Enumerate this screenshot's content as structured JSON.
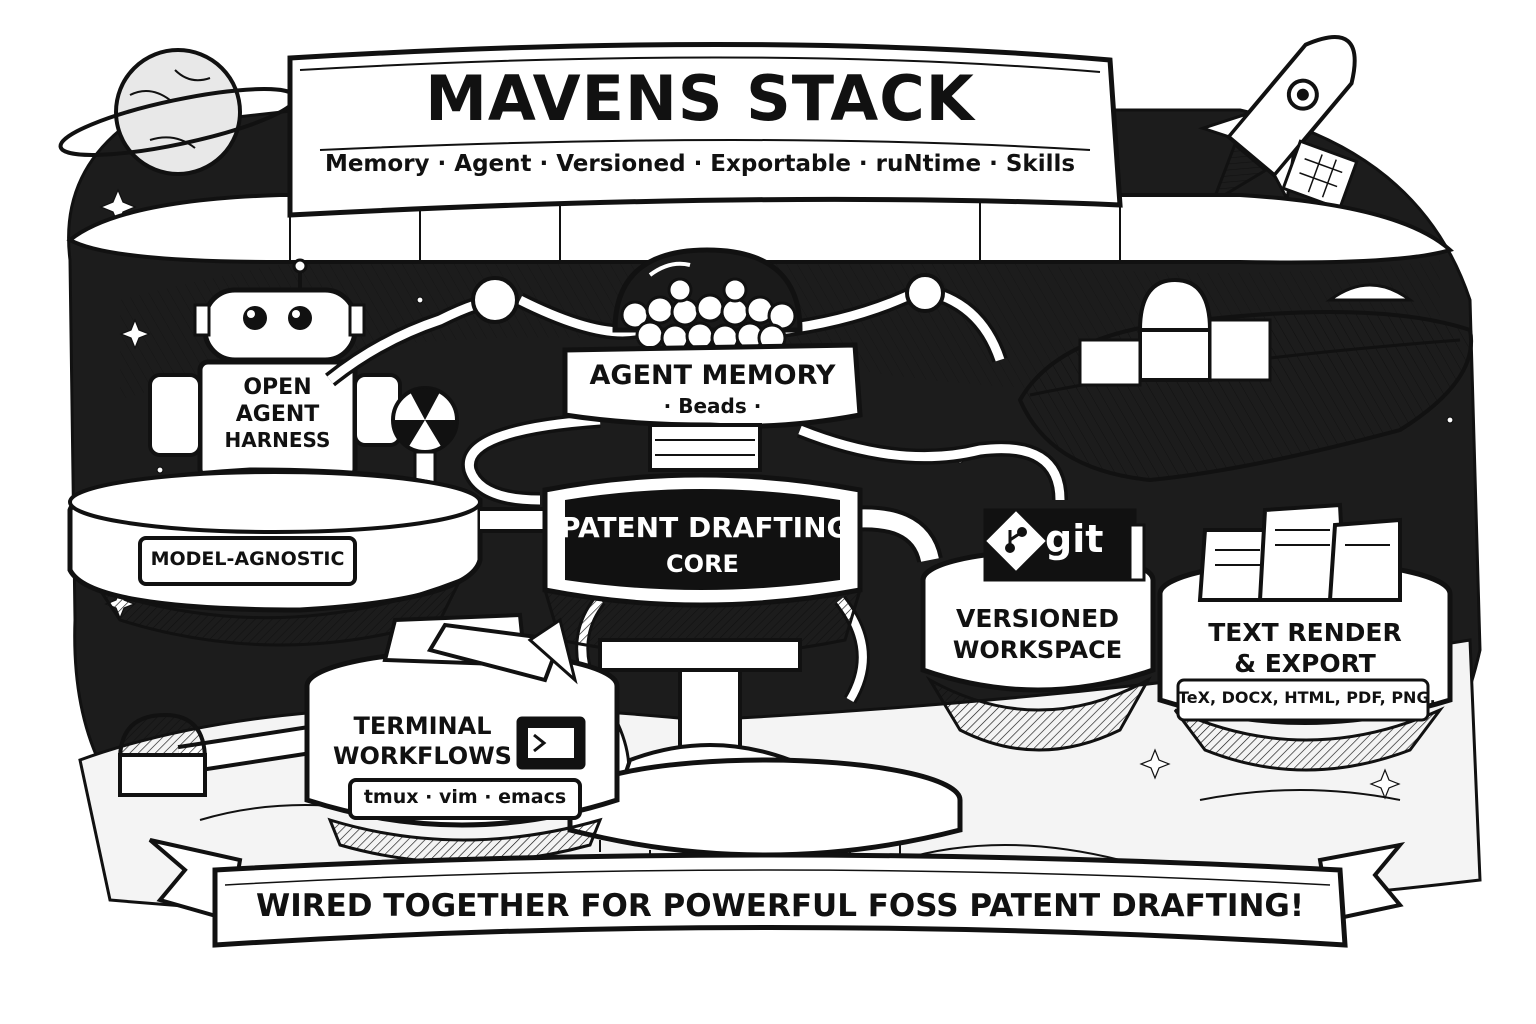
{
  "banner": {
    "title": "MAVENS STACK",
    "subtitle": "Memory · Agent · Versioned · Exportable · ruNtime · Skills"
  },
  "nodes": {
    "harness": {
      "lines": [
        "OPEN",
        "AGENT",
        "HARNESS"
      ],
      "tag": "MODEL-AGNOSTIC"
    },
    "memory": {
      "title": "AGENT MEMORY",
      "sub": "· Beads ·"
    },
    "core": {
      "title": "PATENT DRAFTING",
      "sub": "CORE"
    },
    "git": {
      "logo_text": "git",
      "lines": [
        "VERSIONED",
        "WORKSPACE"
      ]
    },
    "export": {
      "lines": [
        "TEXT RENDER",
        "& EXPORT"
      ],
      "formats": "TeX, DOCX, HTML, PDF, PNG,"
    },
    "terminal": {
      "lines": [
        "TERMINAL",
        "WORKFLOWS"
      ],
      "tools": "tmux · vim · emacs"
    }
  },
  "footer": {
    "text": "WIRED TOGETHER FOR POWERFUL FOSS PATENT DRAFTING!"
  },
  "colors": {
    "ink": "#111111",
    "paper": "#ffffff",
    "space": "#1a1a1a"
  }
}
